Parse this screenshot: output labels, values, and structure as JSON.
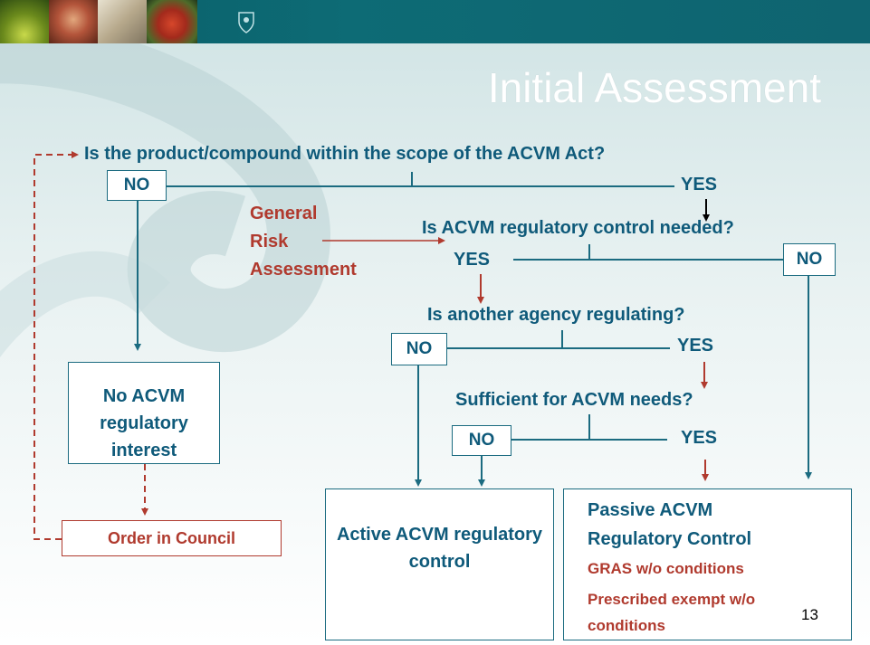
{
  "slide": {
    "title": "Initial Assessment",
    "page_number": "13"
  },
  "colors": {
    "header_bar": "#0d6b75",
    "text_blue": "#0f5a7a",
    "text_red": "#b03a2e",
    "line_blue": "#1b6b80",
    "line_red": "#b03a2e"
  },
  "flow": {
    "q1": "Is the product/compound within the scope of the ACVM Act?",
    "q1_no": "NO",
    "q1_yes": "YES",
    "risk_label_1": "General",
    "risk_label_2": "Risk",
    "risk_label_3": "Assessment",
    "q2": "Is ACVM regulatory control needed?",
    "q2_yes": "YES",
    "q2_no": "NO",
    "q3": "Is another agency regulating?",
    "q3_no": "NO",
    "q3_yes": "YES",
    "q4": "Sufficient for ACVM needs?",
    "q4_no": "NO",
    "q4_yes": "YES",
    "no_interest": "No ACVM regulatory interest",
    "order_in_council": "Order in Council",
    "active": "Active ACVM regulatory control",
    "passive_1": "Passive ACVM",
    "passive_2": "Regulatory Control",
    "passive_3": "GRAS w/o conditions",
    "passive_4": "Prescribed exempt w/o conditions"
  },
  "icons": [
    "kiwifruit-photo",
    "child-photo",
    "documents-photo",
    "food-photo",
    "crest-icon"
  ]
}
